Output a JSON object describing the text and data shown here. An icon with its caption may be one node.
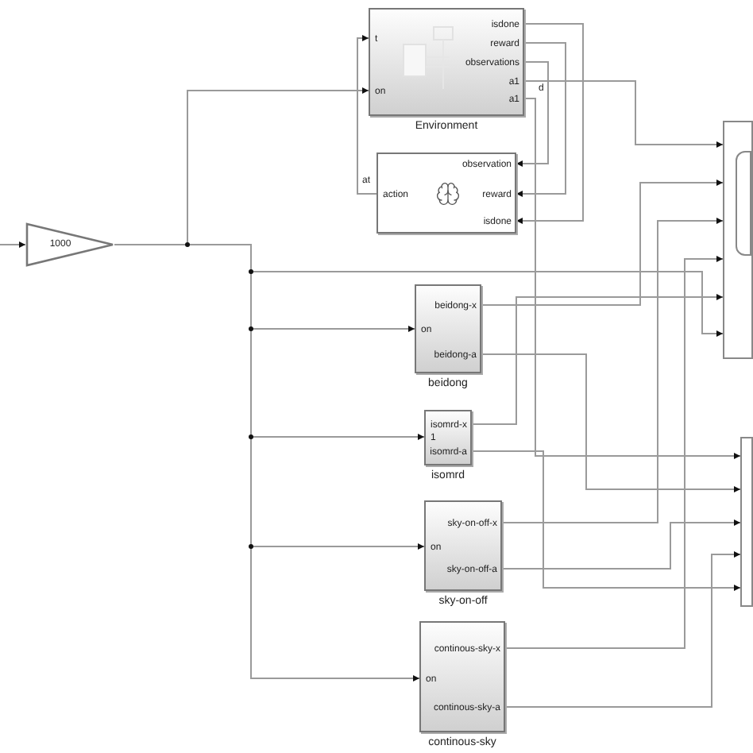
{
  "diagram": {
    "nodes": [
      {
        "text": [
          "1000"
        ]
      },
      {
        "text": [
          "isdone",
          "t",
          "reward",
          "observations",
          "a1",
          "on",
          "a1",
          "Environment"
        ]
      },
      {
        "text": [
          "observation",
          "action",
          "reward",
          "isdone"
        ]
      },
      {
        "text": [
          "beidong-x",
          "on",
          "beidong-a",
          "beidong"
        ]
      },
      {
        "text": [
          "isomrd-x",
          "1",
          "isomrd-a",
          "isomrd"
        ]
      },
      {
        "text": [
          "sky-on-off-x",
          "on",
          "sky-on-off-a",
          "sky-on-off"
        ]
      },
      {
        "text": [
          "continous-sky-x",
          "on",
          "continous-sky-a",
          "continous-sky"
        ]
      },
      {
        "text": [],
        "shape": "box"
      },
      {
        "text": [],
        "shape": "box",
        "in": 7
      },
      {
        "text": [],
        "shape": "box"
      }
    ],
    "edges": [
      {
        "from": null,
        "to": 0,
        "arrow": "to"
      },
      {
        "from": 0,
        "to": 1,
        "arrow": "to"
      },
      {
        "from": 0,
        "to": 7,
        "arrow": "to"
      },
      {
        "from": 0,
        "to": 3,
        "arrow": "to"
      },
      {
        "from": 0,
        "to": 4,
        "arrow": "to"
      },
      {
        "from": 0,
        "to": 5,
        "arrow": "to"
      },
      {
        "from": 0,
        "to": 6,
        "arrow": "to"
      },
      {
        "from": 2,
        "to": 1,
        "arrow": "to",
        "label": "at"
      },
      {
        "from": 1,
        "to": 2,
        "arrow": "to"
      },
      {
        "from": 1,
        "to": 2,
        "arrow": "to"
      },
      {
        "from": 1,
        "to": 2,
        "arrow": "to"
      },
      {
        "from": 1,
        "to": 7,
        "arrow": "to"
      },
      {
        "from": 1,
        "to": 9,
        "arrow": "to",
        "label": "d"
      },
      {
        "from": 3,
        "to": 7,
        "arrow": "to"
      },
      {
        "from": 3,
        "to": 9,
        "arrow": "to"
      },
      {
        "from": 4,
        "to": 7,
        "arrow": "to"
      },
      {
        "from": 4,
        "to": 9,
        "arrow": "to"
      },
      {
        "from": 5,
        "to": 7,
        "arrow": "to"
      },
      {
        "from": 5,
        "to": 9,
        "arrow": "to"
      },
      {
        "from": 6,
        "to": 7,
        "arrow": "to"
      },
      {
        "from": 6,
        "to": 9,
        "arrow": "to"
      }
    ]
  }
}
